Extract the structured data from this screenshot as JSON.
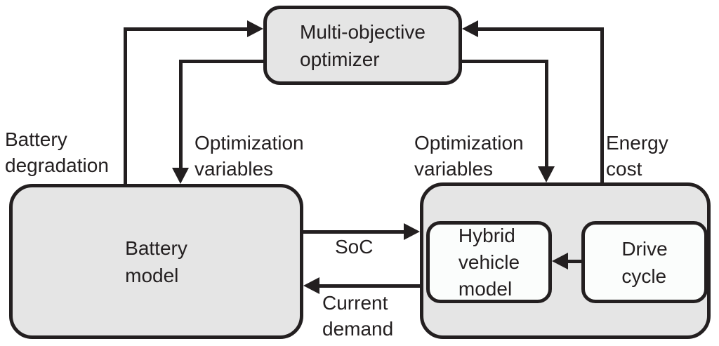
{
  "diagram": {
    "title": "Multi-objective battery/hybrid-vehicle optimization loop block diagram",
    "nodes": {
      "optimizer": "Multi-objective\noptimizer",
      "battery_model": "Battery\nmodel",
      "vehicle_subsystem": "",
      "hybrid_vehicle_model": "Hybrid\nvehicle\nmodel",
      "drive_cycle": "Drive\ncycle"
    },
    "edge_labels": {
      "battery_degradation": "Battery\ndegradation",
      "optimization_variables_left": "Optimization\nvariables",
      "optimization_variables_right": "Optimization\nvariables",
      "energy_cost": "Energy\ncost",
      "soc": "SoC",
      "current_demand": "Current\ndemand"
    },
    "edges": [
      {
        "from": "battery_model",
        "to": "optimizer",
        "label": "Battery degradation"
      },
      {
        "from": "optimizer",
        "to": "battery_model",
        "label": "Optimization variables"
      },
      {
        "from": "optimizer",
        "to": "vehicle_subsystem",
        "label": "Optimization variables"
      },
      {
        "from": "vehicle_subsystem",
        "to": "optimizer",
        "label": "Energy cost"
      },
      {
        "from": "battery_model",
        "to": "vehicle_subsystem",
        "label": "SoC"
      },
      {
        "from": "vehicle_subsystem",
        "to": "battery_model",
        "label": "Current demand"
      },
      {
        "from": "drive_cycle",
        "to": "hybrid_vehicle_model",
        "label": ""
      }
    ],
    "colors": {
      "background": "#ffffff",
      "node_fill": "#e5e5e5",
      "inner_node_fill": "#fbfdfc",
      "ink": "#231f20"
    }
  }
}
